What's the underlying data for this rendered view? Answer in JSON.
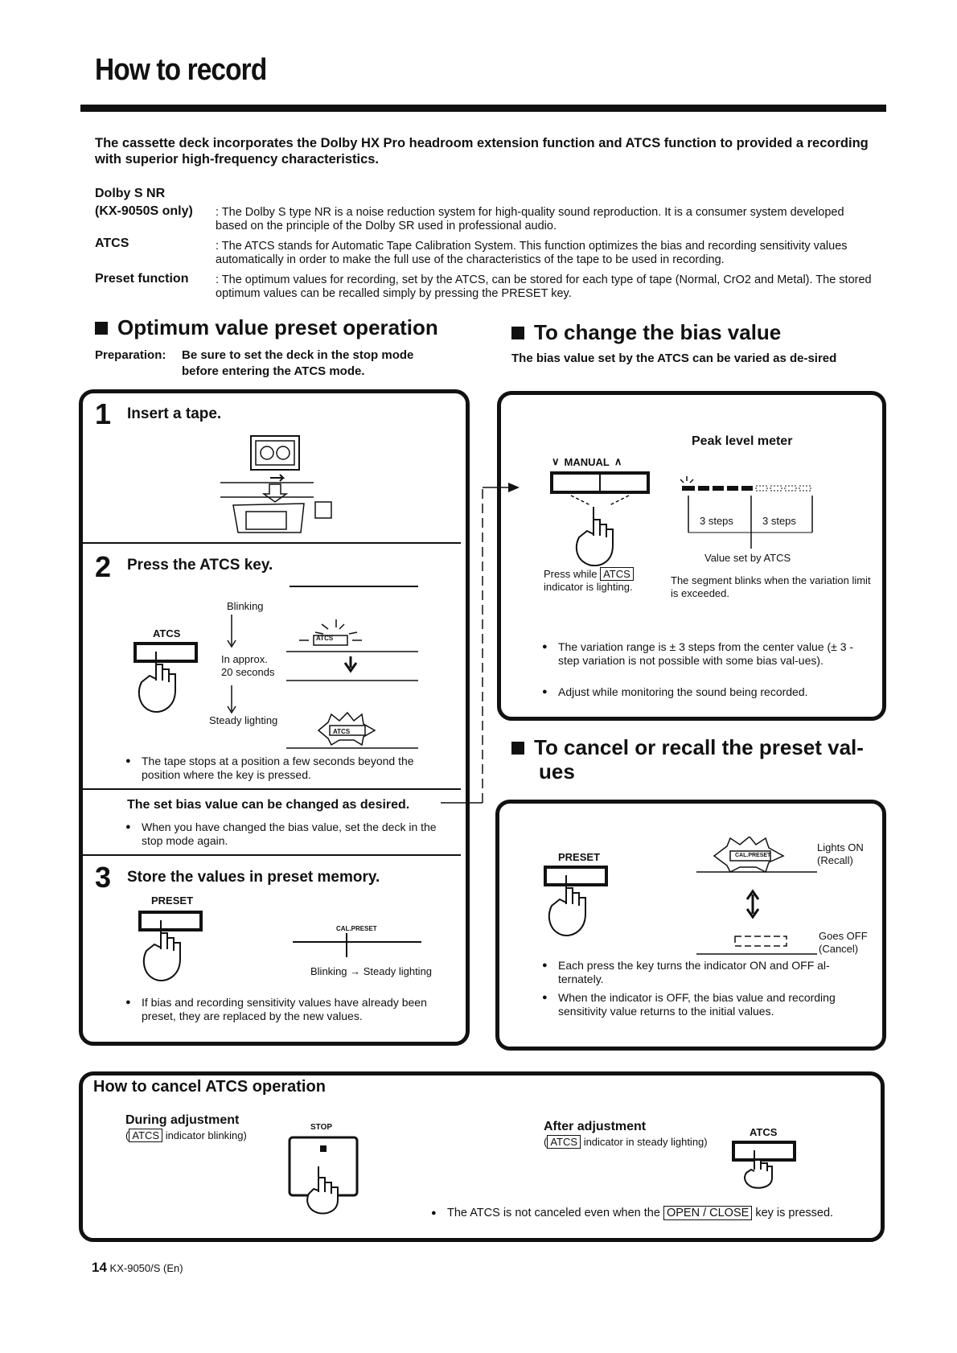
{
  "page": {
    "title": "How to record"
  },
  "intro": "The cassette deck incorporates the Dolby HX Pro headroom extension function and ATCS function to provided a recording with superior high-frequency characteristics.",
  "definitions": [
    {
      "term": "Dolby S NR",
      "term2": "(KX-9050S only)",
      "text": ": The Dolby S type NR is a noise reduction system for high-quality sound reproduction. It is a consumer system developed based on the principle of the Dolby SR used in professional audio."
    },
    {
      "term": "ATCS",
      "text": ": The ATCS stands for Automatic Tape Calibration System. This function optimizes the bias and recording sensitivity values automatically in order to make the full use of the characteristics of the tape to be used in recording."
    },
    {
      "term": "Preset function",
      "text": ": The optimum values for recording, set by the ATCS, can be stored for each type of tape (Normal, CrO2 and Metal). The stored optimum values can be recalled simply by pressing the PRESET key."
    }
  ],
  "left": {
    "heading": "Optimum value preset operation",
    "prep_label": "Preparation:",
    "prep_text1": "Be sure to set the deck in the stop mode",
    "prep_text2": "before entering the ATCS mode.",
    "step1": {
      "num": "1",
      "title": "Insert a tape."
    },
    "step2": {
      "num": "2",
      "title": "Press the ATCS key.",
      "key_label": "ATCS",
      "blinking": "Blinking",
      "approx1": "In approx.",
      "approx2": "20 seconds",
      "steady": "Steady lighting",
      "ind_label": "ATCS",
      "bullet": "The tape stops at a position a few seconds beyond the position where the key is pressed."
    },
    "note": {
      "title": "The set bias value can be changed as desired.",
      "bullet": "When you have changed the bias value, set the deck in the stop mode again."
    },
    "step3": {
      "num": "3",
      "title": "Store the values in preset memory.",
      "key_label": "PRESET",
      "ind_label": "CAL.PRESET",
      "transition": "Blinking → Steady lighting",
      "bullet": "If bias and recording sensitivity values have already been preset, they are replaced by the new values."
    }
  },
  "right": {
    "bias_heading": "To change the bias value",
    "bias_sub": "The bias value set by the ATCS can be varied as de-sired",
    "manual_label": "MANUAL",
    "peak_title": "Peak level meter",
    "steps_left": "3 steps",
    "steps_right": "3 steps",
    "value_set": "Value set by ATCS",
    "press_while1": "Press while",
    "press_key": "ATCS",
    "press_while2": "indicator is lighting.",
    "segment_note": "The segment blinks when the variation limit is exceeded.",
    "bias_bullets": [
      "The variation range is ± 3 steps from the center value (± 3 - step variation is not possible with some bias val-ues).",
      "Adjust while monitoring the sound being recorded."
    ],
    "cancel_heading1": "To cancel or recall the preset val-",
    "cancel_heading2": "ues",
    "preset_label": "PRESET",
    "cal_preset": "CAL.PRESET",
    "lights_on1": "Lights ON",
    "lights_on2": "(Recall)",
    "goes_off1": "Goes OFF",
    "goes_off2": "(Cancel)",
    "cancel_bullets": [
      "Each press the key turns the indicator ON and OFF al-ternately.",
      "When the indicator is OFF, the bias value and recording sensitivity value returns to the initial values."
    ]
  },
  "bottom": {
    "title": "How to cancel ATCS operation",
    "during_title": "During adjustment",
    "during_key": "ATCS",
    "during_text": "indicator blinking)",
    "stop_label": "STOP",
    "after_title": "After adjustment",
    "after_key": "ATCS",
    "after_text": "indicator in steady lighting)",
    "atcs_label": "ATCS",
    "note_pre": "The ATCS is not canceled even when the",
    "note_key": "OPEN / CLOSE",
    "note_post": "key is pressed."
  },
  "footer": {
    "page_num": "14",
    "model": "KX-9050/S (En)"
  }
}
